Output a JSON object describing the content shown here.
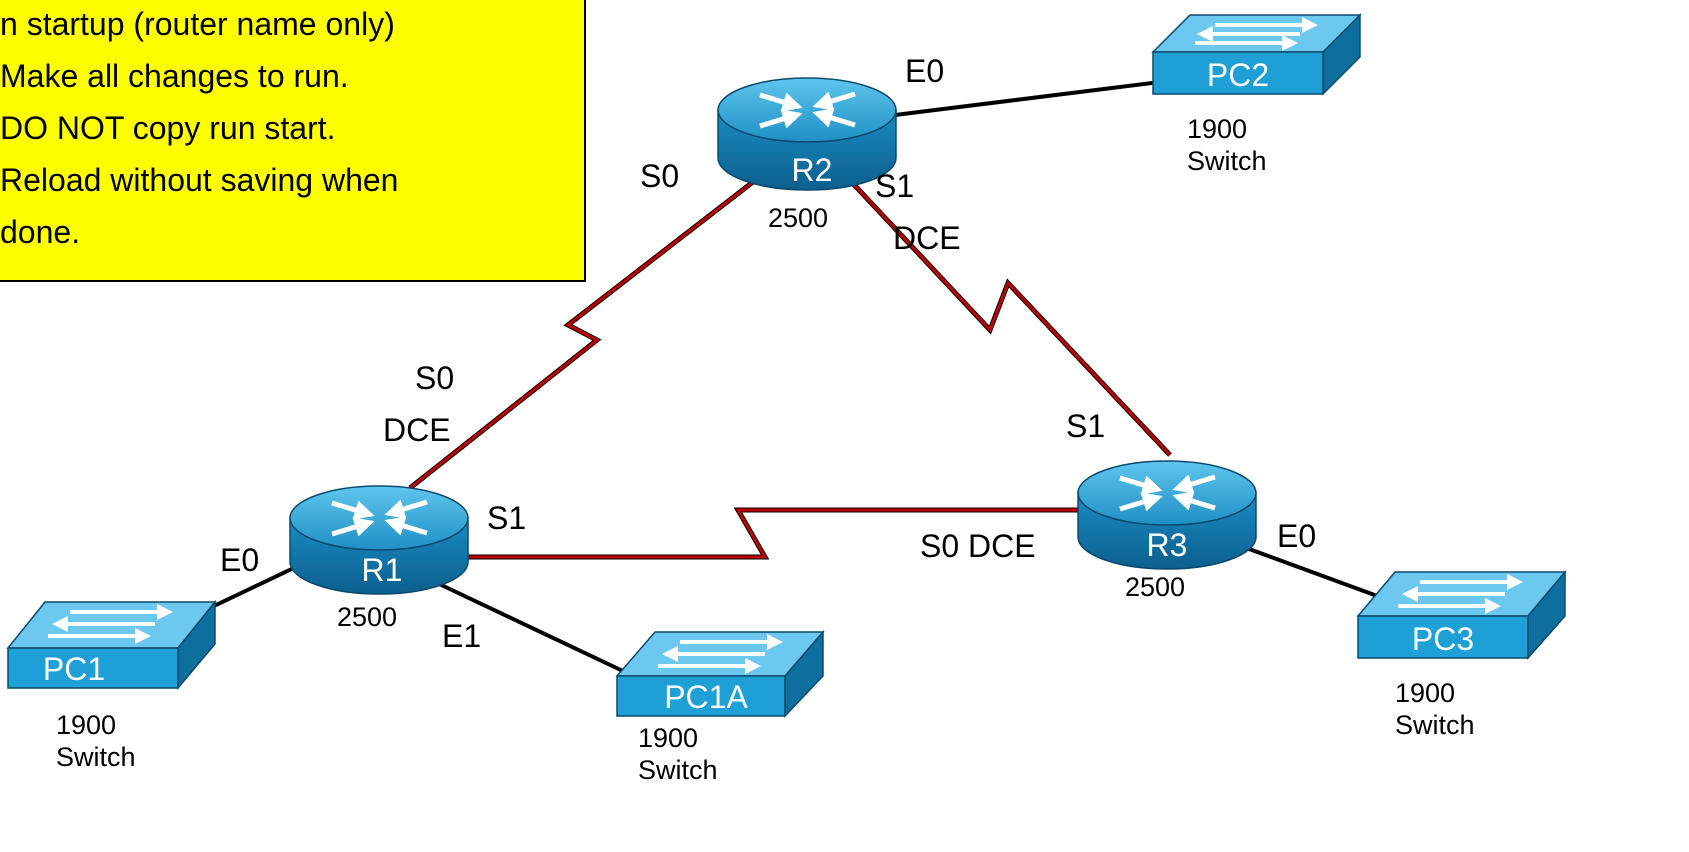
{
  "note": {
    "lines": [
      "n startup (router name only)",
      "Make all changes to run.",
      "DO NOT copy run start.",
      "Reload without saving when",
      "done."
    ]
  },
  "routers": [
    {
      "name": "R1",
      "model": "2500"
    },
    {
      "name": "R2",
      "model": "2500"
    },
    {
      "name": "R3",
      "model": "2500"
    }
  ],
  "switches": [
    {
      "name": "PC1",
      "model": "1900",
      "type": "Switch"
    },
    {
      "name": "PC1A",
      "model": "1900",
      "type": "Switch"
    },
    {
      "name": "PC2",
      "model": "1900",
      "type": "Switch"
    },
    {
      "name": "PC3",
      "model": "1900",
      "type": "Switch"
    }
  ],
  "interfaces": {
    "r2_e0": "E0",
    "r2_s0": "S0",
    "r2_s1": "S1",
    "r2_s1_dce": "DCE",
    "r1_s0": "S0",
    "r1_s0_dce": "DCE",
    "r1_s1": "S1",
    "r1_e0": "E0",
    "r1_e1": "E1",
    "r3_s1": "S1",
    "r3_s0_dce": "S0 DCE",
    "r3_e0": "E0"
  },
  "colors": {
    "serial_link": "#c00000",
    "ethernet_link": "#000000",
    "device_fill": "#1e9fd6",
    "note_bg": "#ffff00"
  }
}
